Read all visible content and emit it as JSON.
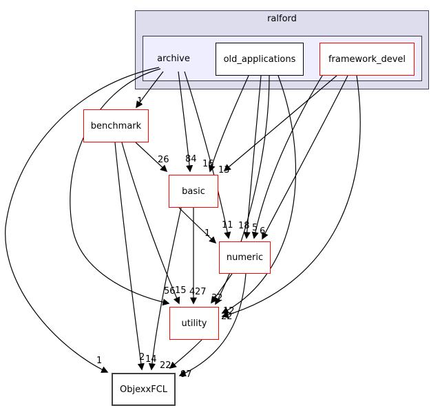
{
  "graph": {
    "type": "directory-dependency-graph",
    "cluster": {
      "label": "ralford"
    },
    "nodes": {
      "archive": {
        "label": "archive",
        "style": "plain-text-current-dir"
      },
      "old_applications": {
        "label": "old_applications",
        "style": "black-border"
      },
      "framework_devel": {
        "label": "framework_devel",
        "style": "red-border"
      },
      "benchmark": {
        "label": "benchmark",
        "style": "red-border"
      },
      "basic": {
        "label": "basic",
        "style": "red-border"
      },
      "numeric": {
        "label": "numeric",
        "style": "red-border"
      },
      "utility": {
        "label": "utility",
        "style": "red-border"
      },
      "ObjexxFCL": {
        "label": "ObjexxFCL",
        "style": "black-bold-border"
      }
    },
    "edges": [
      {
        "from": "archive",
        "to": "benchmark",
        "label": "1"
      },
      {
        "from": "benchmark",
        "to": "basic",
        "label": "26"
      },
      {
        "from": "archive",
        "to": "basic",
        "label": "84"
      },
      {
        "from": "old_applications",
        "to": "basic",
        "label": "16"
      },
      {
        "from": "framework_devel",
        "to": "basic",
        "label": "13"
      },
      {
        "from": "archive",
        "to": "numeric",
        "label": "11"
      },
      {
        "from": "old_applications",
        "to": "numeric",
        "label": "18"
      },
      {
        "from": "framework_devel",
        "to": "numeric",
        "label": "5"
      },
      {
        "from": "framework_devel",
        "to": "numeric",
        "label": "6"
      },
      {
        "from": "basic",
        "to": "numeric",
        "label": "1"
      },
      {
        "from": "archive",
        "to": "utility",
        "label": "56"
      },
      {
        "from": "benchmark",
        "to": "utility",
        "label": "15"
      },
      {
        "from": "basic",
        "to": "utility",
        "label": "4"
      },
      {
        "from": "numeric",
        "to": "utility",
        "label": "27"
      },
      {
        "from": "old_applications",
        "to": "utility",
        "label": "32"
      },
      {
        "from": "old_applications",
        "to": "utility",
        "label": "12"
      },
      {
        "from": "framework_devel",
        "to": "utility",
        "label": "22"
      },
      {
        "from": "archive",
        "to": "ObjexxFCL",
        "label": "1"
      },
      {
        "from": "benchmark",
        "to": "ObjexxFCL",
        "label": "2"
      },
      {
        "from": "basic",
        "to": "ObjexxFCL",
        "label": "14"
      },
      {
        "from": "utility",
        "to": "ObjexxFCL",
        "label": "22"
      },
      {
        "from": "numeric",
        "to": "ObjexxFCL",
        "label": "97"
      }
    ],
    "colors": {
      "cluster_outer_bg": "#ddddee",
      "cluster_inner_bg": "#eeeeff",
      "red_border": "#ff0000",
      "black_border": "#000000",
      "edge": "#000000",
      "background": "#ffffff"
    }
  }
}
